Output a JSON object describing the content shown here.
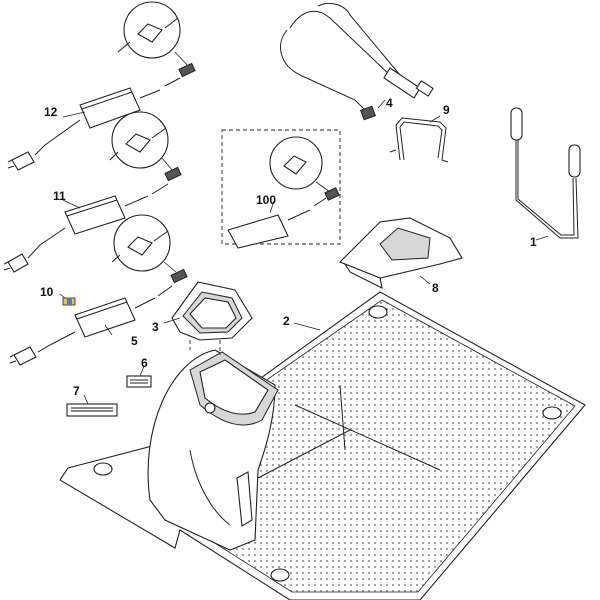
{
  "callouts": {
    "c1": "1",
    "c2": "2",
    "c3": "3",
    "c4": "4",
    "c5": "5",
    "c6": "6",
    "c7": "7",
    "c8": "8",
    "c9": "9",
    "c10": "10",
    "c11": "11",
    "c12": "12",
    "c100": "100"
  },
  "colors": {
    "line": "#222222",
    "shade": "#d7d7d7",
    "background": "#ffffff"
  }
}
